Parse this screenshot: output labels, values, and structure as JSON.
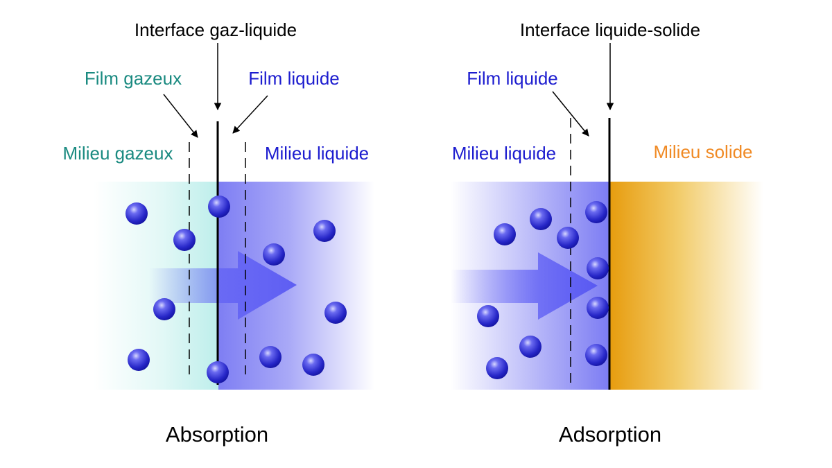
{
  "absorption": {
    "interface_label": "Interface gaz-liquide",
    "film_gas_label": "Film gazeux",
    "film_liquid_label": "Film liquide",
    "medium_gas_label": "Milieu gazeux",
    "medium_liquid_label": "Milieu liquide",
    "caption": "Absorption"
  },
  "adsorption": {
    "interface_label": "Interface liquide-solide",
    "film_liquid_label": "Film liquide",
    "medium_liquid_label": "Milieu liquide",
    "medium_solid_label": "Milieu solide",
    "caption": "Adsorption"
  },
  "colors": {
    "gas_text": "#1a8a80",
    "liquid_text": "#1c1ccf",
    "solid_text": "#f08a24",
    "gas_tint": "#c8f1ef",
    "liquid_tint": "#8a8af5",
    "solid_tint": "#e8a010",
    "molecule": "#2a2ad0",
    "arrow": "#5a5af5",
    "line": "#000000"
  }
}
